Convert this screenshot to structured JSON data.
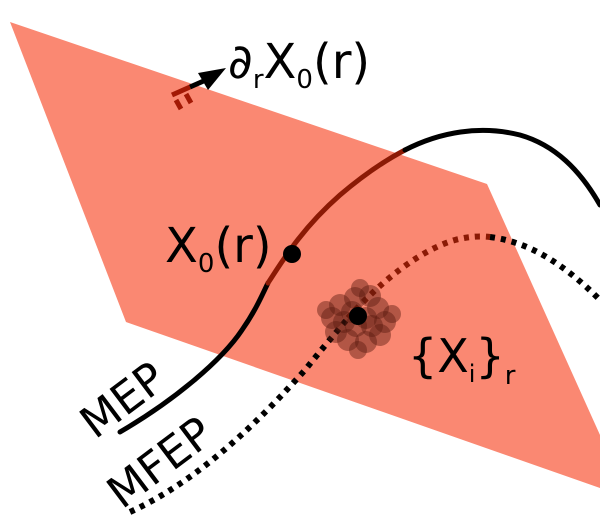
{
  "labels": {
    "tangent": "∂",
    "tangent_sub": "r",
    "tangent_rest": "X",
    "tangent_sub2": "0",
    "tangent_arg": "(r)",
    "point": "X",
    "point_sub": "0",
    "point_arg": "(r)",
    "cluster_open": "{X",
    "cluster_sub": "i",
    "cluster_close": "}",
    "cluster_sub2": "r",
    "mep": "MEP",
    "mfep": "MFEP"
  },
  "colors": {
    "plane": "#fa8872",
    "path_on_plane": "#8b1a05",
    "path": "#000000",
    "cluster": "#5a1a10",
    "normal_marker": "#a31905"
  },
  "icons": {
    "normal_marker": "perpendicular-marker-icon",
    "arrow": "arrowhead-icon"
  }
}
